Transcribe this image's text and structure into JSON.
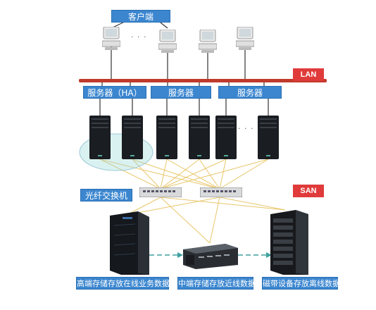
{
  "labels": {
    "clients": "客户端",
    "server_ha": "服务器（HA）",
    "server_2": "服务器",
    "server_3": "服务器",
    "fc_switch": "光纤交换机",
    "high_end_storage": "高端存储存放在线业务数据",
    "mid_storage": "中端存储存放近线数据",
    "tape_storage": "磁带设备存放离线数据"
  },
  "tags": {
    "lan": "LAN",
    "san": "SAN"
  },
  "ellipsis": {
    "clients": "· · ·",
    "servers": "· · ·"
  },
  "colors": {
    "label_bg": "#3b86cf",
    "tag_bg": "#e03a3a",
    "lan_bar": "#c0392b",
    "fiber": "#e8c66a",
    "dash_arrow": "#3fa0a0"
  }
}
